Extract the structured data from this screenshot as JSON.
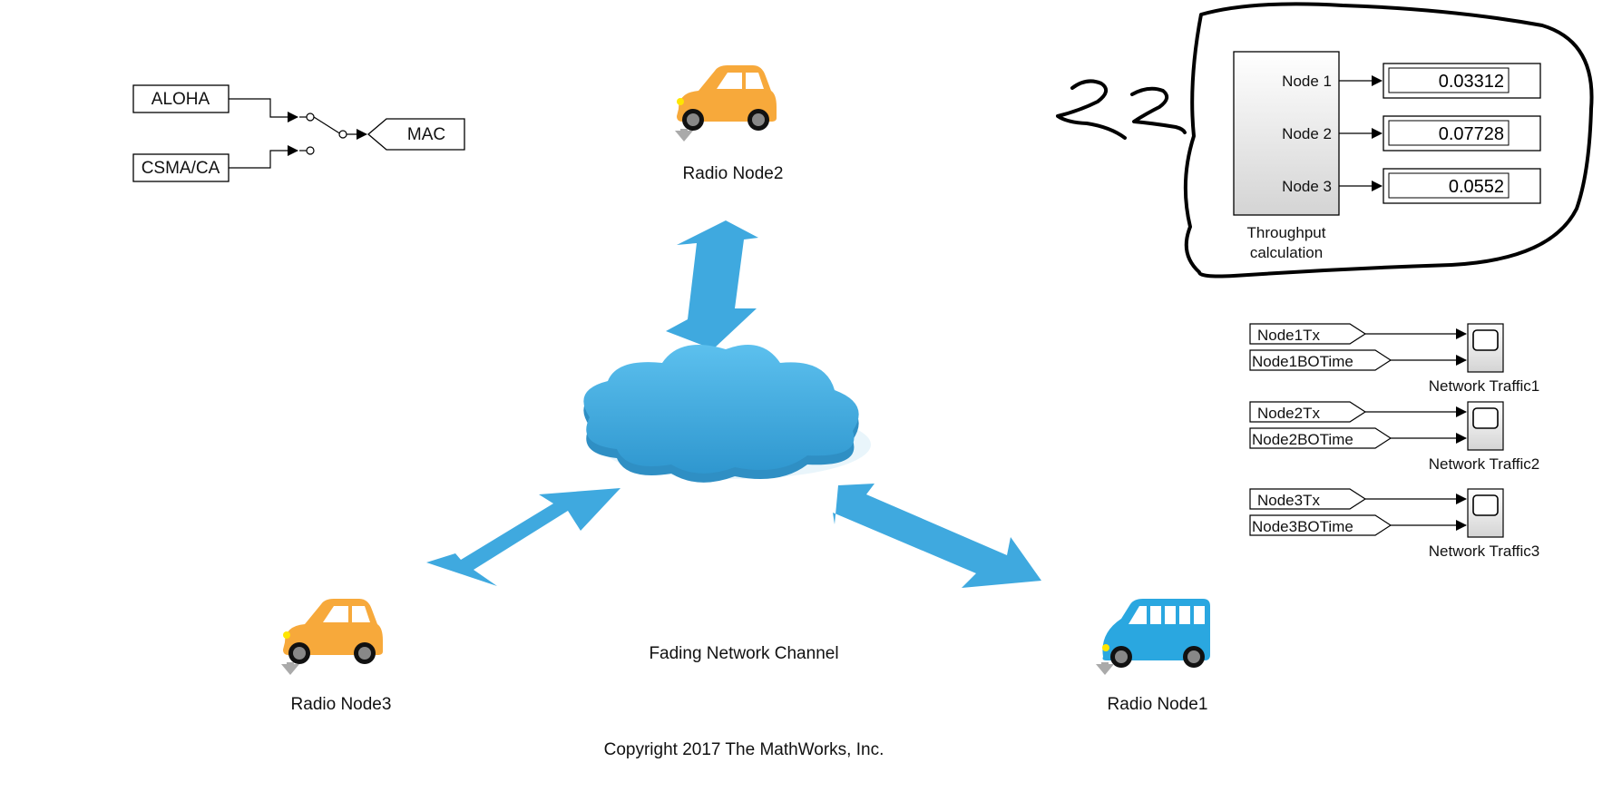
{
  "mac": {
    "option_aloha": "ALOHA",
    "option_csma": "CSMA/CA",
    "output_tag": "MAC"
  },
  "nodes": {
    "node2": "Radio Node2",
    "node3": "Radio Node3",
    "node1": "Radio Node1"
  },
  "channel_label": "Fading Network Channel",
  "copyright": "Copyright 2017 The MathWorks, Inc.",
  "throughput": {
    "block_label_line1": "Throughput",
    "block_label_line2": "calculation",
    "ports": [
      "Node 1",
      "Node 2",
      "Node 3"
    ],
    "values": [
      "0.03312",
      "0.07728",
      "0.0552"
    ]
  },
  "handwritten_note": "22",
  "traffic": [
    {
      "tx": "Node1Tx",
      "bo": "Node1BOTime",
      "scope": "Network Traffic1"
    },
    {
      "tx": "Node2Tx",
      "bo": "Node2BOTime",
      "scope": "Network Traffic2"
    },
    {
      "tx": "Node3Tx",
      "bo": "Node3BOTime",
      "scope": "Network Traffic3"
    }
  ],
  "colors": {
    "orange_car": "#F7A93B",
    "blue_van": "#2AA7E0",
    "cloud": "#4BB3E6",
    "arrow": "#3FA9DF"
  }
}
